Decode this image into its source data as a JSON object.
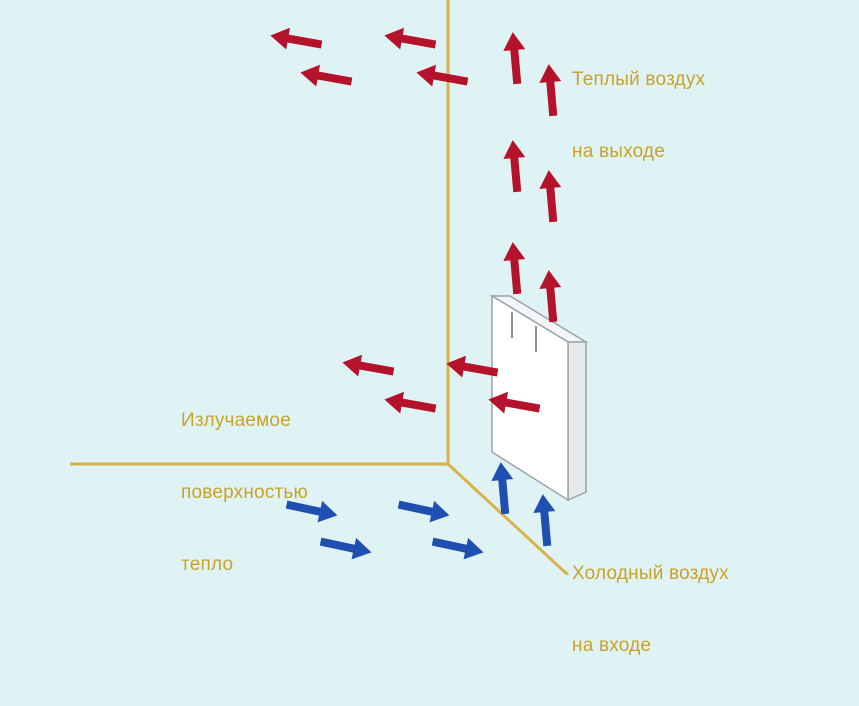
{
  "labels": {
    "warm_air_out": [
      "Теплый воздух",
      "на выходе"
    ],
    "radiated_heat": [
      "Излучаемое",
      "поверхностью",
      "тепло"
    ],
    "cold_air_in": [
      "Холодный воздух",
      "на входе"
    ]
  },
  "colors": {
    "background": "#dff3f5",
    "wall_lines": "#d9b24a",
    "label_text": "#c9a227",
    "warm_arrow": "#b5122b",
    "cold_arrow": "#1f4fb0",
    "heater_face": "#ffffff",
    "heater_side": "#e6e9ea",
    "heater_edge": "#9aa3a8"
  }
}
